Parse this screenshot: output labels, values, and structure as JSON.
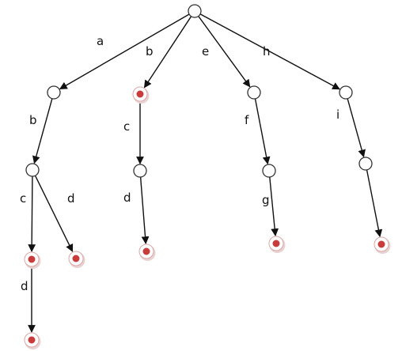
{
  "colors": {
    "edge": "#111111",
    "node_stroke": "#333333",
    "terminal_fill": "#c83c3c",
    "terminal_ring": "#d9a7a7",
    "background": "#ffffff"
  },
  "trie": {
    "nodes": [
      {
        "id": "root",
        "terminal": false
      },
      {
        "id": "a",
        "terminal": false
      },
      {
        "id": "ab",
        "terminal": false
      },
      {
        "id": "abc",
        "terminal": true
      },
      {
        "id": "abcd",
        "terminal": true
      },
      {
        "id": "abd",
        "terminal": true
      },
      {
        "id": "b",
        "terminal": true
      },
      {
        "id": "bc",
        "terminal": false
      },
      {
        "id": "bcd",
        "terminal": true
      },
      {
        "id": "e",
        "terminal": false
      },
      {
        "id": "ef",
        "terminal": false
      },
      {
        "id": "efg",
        "terminal": true
      },
      {
        "id": "h",
        "terminal": false
      },
      {
        "id": "hi",
        "terminal": false
      },
      {
        "id": "hij",
        "terminal": true
      }
    ],
    "edges": [
      {
        "from": "root",
        "to": "a",
        "label": "a"
      },
      {
        "from": "a",
        "to": "ab",
        "label": "b"
      },
      {
        "from": "ab",
        "to": "abc",
        "label": "c"
      },
      {
        "from": "abc",
        "to": "abcd",
        "label": "d"
      },
      {
        "from": "ab",
        "to": "abd",
        "label": "d"
      },
      {
        "from": "root",
        "to": "b",
        "label": "b"
      },
      {
        "from": "b",
        "to": "bc",
        "label": "c"
      },
      {
        "from": "bc",
        "to": "bcd",
        "label": "d"
      },
      {
        "from": "root",
        "to": "e",
        "label": "e"
      },
      {
        "from": "e",
        "to": "ef",
        "label": "f"
      },
      {
        "from": "ef",
        "to": "efg",
        "label": "g"
      },
      {
        "from": "root",
        "to": "h",
        "label": "h"
      },
      {
        "from": "h",
        "to": "hi",
        "label": "i"
      },
      {
        "from": "hi",
        "to": "hij",
        "label": ""
      }
    ]
  }
}
